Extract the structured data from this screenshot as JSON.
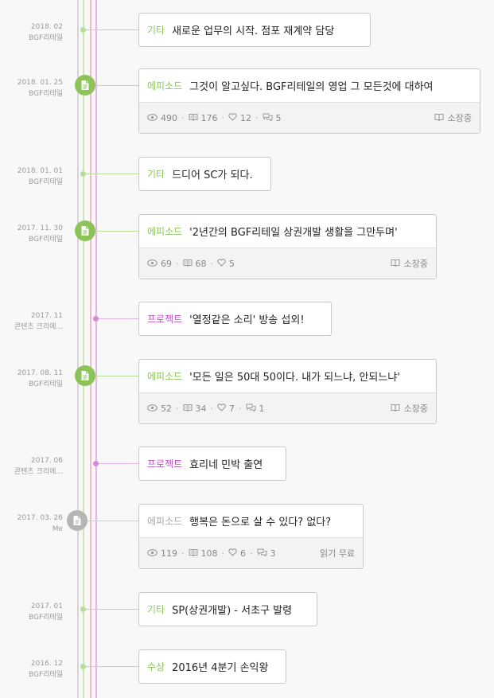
{
  "colors": {
    "green": "#8cc45a",
    "purple": "#c77ccd",
    "pink": "#f2b9c8",
    "grey": "#b5b5b5",
    "line_grey": "#d5d5d5",
    "line_green": "#cce6b4"
  },
  "timeline": [
    {
      "date": "2018. 02",
      "org": "BGF리테일",
      "category": "기타",
      "cat_color": "green",
      "title": "새로운 업무의 시작. 점포 재계약 담당"
    },
    {
      "date": "2018. 01. 25",
      "org": "BGF리테일",
      "category": "에피소드",
      "cat_color": "green",
      "title": "그것이 알고싶다. BGF리테일의 영업 그 모든것에 대하여",
      "stats": {
        "views": "490",
        "reads": "176",
        "likes": "12",
        "comments": "5"
      },
      "status": "소장중"
    },
    {
      "date": "2018. 01. 01",
      "org": "BGF리테일",
      "category": "기타",
      "cat_color": "green",
      "title": "드디어 SC가 되다."
    },
    {
      "date": "2017. 11. 30",
      "org": "BGF리테일",
      "category": "에피소드",
      "cat_color": "green",
      "title": "'2년간의 BGF리테일 상권개발 생활을 그만두며'",
      "stats": {
        "views": "69",
        "reads": "68",
        "likes": "5"
      },
      "status": "소장중"
    },
    {
      "date": "2017. 11",
      "org": "콘텐츠 크리에...",
      "category": "프로젝트",
      "cat_color": "purple",
      "title": "'열정같은 소리' 방송 섭외!"
    },
    {
      "date": "2017. 08. 11",
      "org": "BGF리테일",
      "category": "에피소드",
      "cat_color": "green",
      "title": "'모든 일은 50대 50이다. 내가 되느냐, 안되느냐'",
      "stats": {
        "views": "52",
        "reads": "34",
        "likes": "7",
        "comments": "1"
      },
      "status": "소장중"
    },
    {
      "date": "2017. 06",
      "org": "콘텐츠 크리에...",
      "category": "프로젝트",
      "cat_color": "purple",
      "title": "효리네 민박 출연"
    },
    {
      "date": "2017. 03. 26",
      "org": "Me",
      "category": "에피소드",
      "cat_color": "grey",
      "title": "행복은 돈으로 살 수 있다? 없다?",
      "stats": {
        "views": "119",
        "reads": "108",
        "likes": "6",
        "comments": "3"
      },
      "status": "읽기 무료"
    },
    {
      "date": "2017. 01",
      "org": "BGF리테일",
      "category": "기타",
      "cat_color": "green",
      "title": "SP(상권개발) - 서초구 발령"
    },
    {
      "date": "2016. 12",
      "org": "BGF리테일",
      "category": "수상",
      "cat_color": "green",
      "title": "2016년 4분기 손익왕"
    }
  ]
}
